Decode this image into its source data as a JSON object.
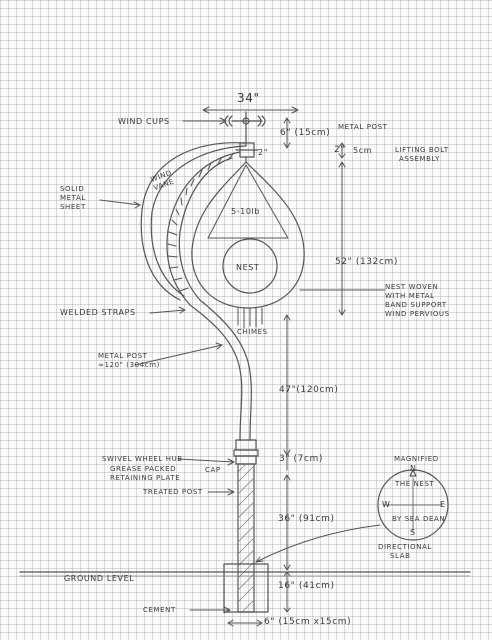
{
  "labels": {
    "width_top": "34\"",
    "wind_cups": "WIND CUPS",
    "dim_6": "6\" (15cm)",
    "metal_post_top": "METAL POST",
    "dim_2": "2\"",
    "dim_5cm": "5cm",
    "lifting_bolt": [
      "LIFTING BOLT",
      "ASSEMBLY"
    ],
    "solid_metal_sheet": [
      "SOLID",
      "METAL",
      "SHEET"
    ],
    "wind_vane": [
      "WIND",
      "VANE"
    ],
    "weight": "5-10lb",
    "nest": "NEST",
    "dim_52": "52\" (132cm)",
    "nest_woven": [
      "NEST WOVEN",
      "WITH METAL",
      "BAND SUPPORT",
      "WIND PERVIOUS"
    ],
    "welded_straps": "WELDED STRAPS",
    "chimes": "CHIMES",
    "metal_post_length": [
      "METAL POST",
      "≈120\" (304cm)"
    ],
    "dim_47": "47\"(120cm)",
    "swivel_wheel": "SWIVEL WHEEL HUB",
    "grease_packed": [
      "GREASE PACKED",
      "RETAINING PLATE"
    ],
    "cap": "CAP",
    "dim_3": "3\" (7cm)",
    "treated_post": "TREATED POST",
    "dim_36": "36\" (91cm)",
    "ground_level": "GROUND LEVEL",
    "dim_16": "16\" (41cm)",
    "cement": "CEMENT",
    "dim_bottom": "6\" (15cm x15cm)",
    "magnified": "MAGNIFIED",
    "the_nest": "THE NEST",
    "compass_n": "N",
    "compass_s": "S",
    "compass_e": "E",
    "compass_w": "W",
    "signature": "BY SEA DEAN",
    "directional_slab": [
      "DIRECTIONAL",
      "SLAB"
    ]
  },
  "colors": {
    "paper": "#fbfbf9",
    "grid": "#a8b0b8",
    "pencil": "#555555",
    "text": "#3a3a3a"
  }
}
